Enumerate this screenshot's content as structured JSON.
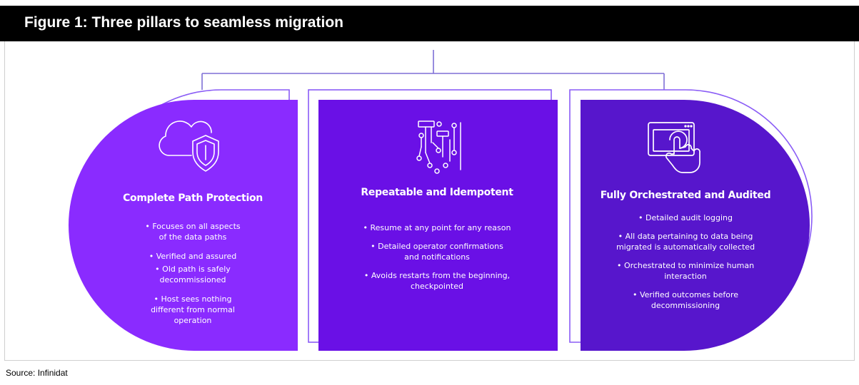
{
  "figure": {
    "title": "Figure 1: Three pillars to seamless migration"
  },
  "colors": {
    "background": "#ffffff",
    "title_bar": "#000000",
    "pillar_left": "#8a2bff",
    "pillar_center": "#6a10e6",
    "pillar_right": "#5716cc",
    "outline": "#8a5cf6",
    "connector": "#7f6fd6"
  },
  "pillars": [
    {
      "icon": "cloud-shield-icon",
      "title": "Complete Path Protection",
      "bullets": [
        "Focuses on all aspects\nof the data paths",
        "Verified and assured",
        "Old path is safely\ndecommissioned",
        "Host sees nothing\ndifferent from normal\noperation"
      ]
    },
    {
      "icon": "circuit-board-icon",
      "title": "Repeatable and Idempotent",
      "bullets": [
        "Resume at any point for any reason",
        "Detailed operator confirmations\nand notifications",
        "Avoids restarts from the beginning,\ncheckpointed"
      ]
    },
    {
      "icon": "touchscreen-hand-icon",
      "title": "Fully Orchestrated and Audited",
      "bullets": [
        "Detailed audit logging",
        "All data pertaining to data being\nmigrated is automatically collected",
        "Orchestrated to minimize human\ninteraction",
        "Verified outcomes before\ndecommissioning"
      ]
    }
  ],
  "source": "Source: Infinidat"
}
